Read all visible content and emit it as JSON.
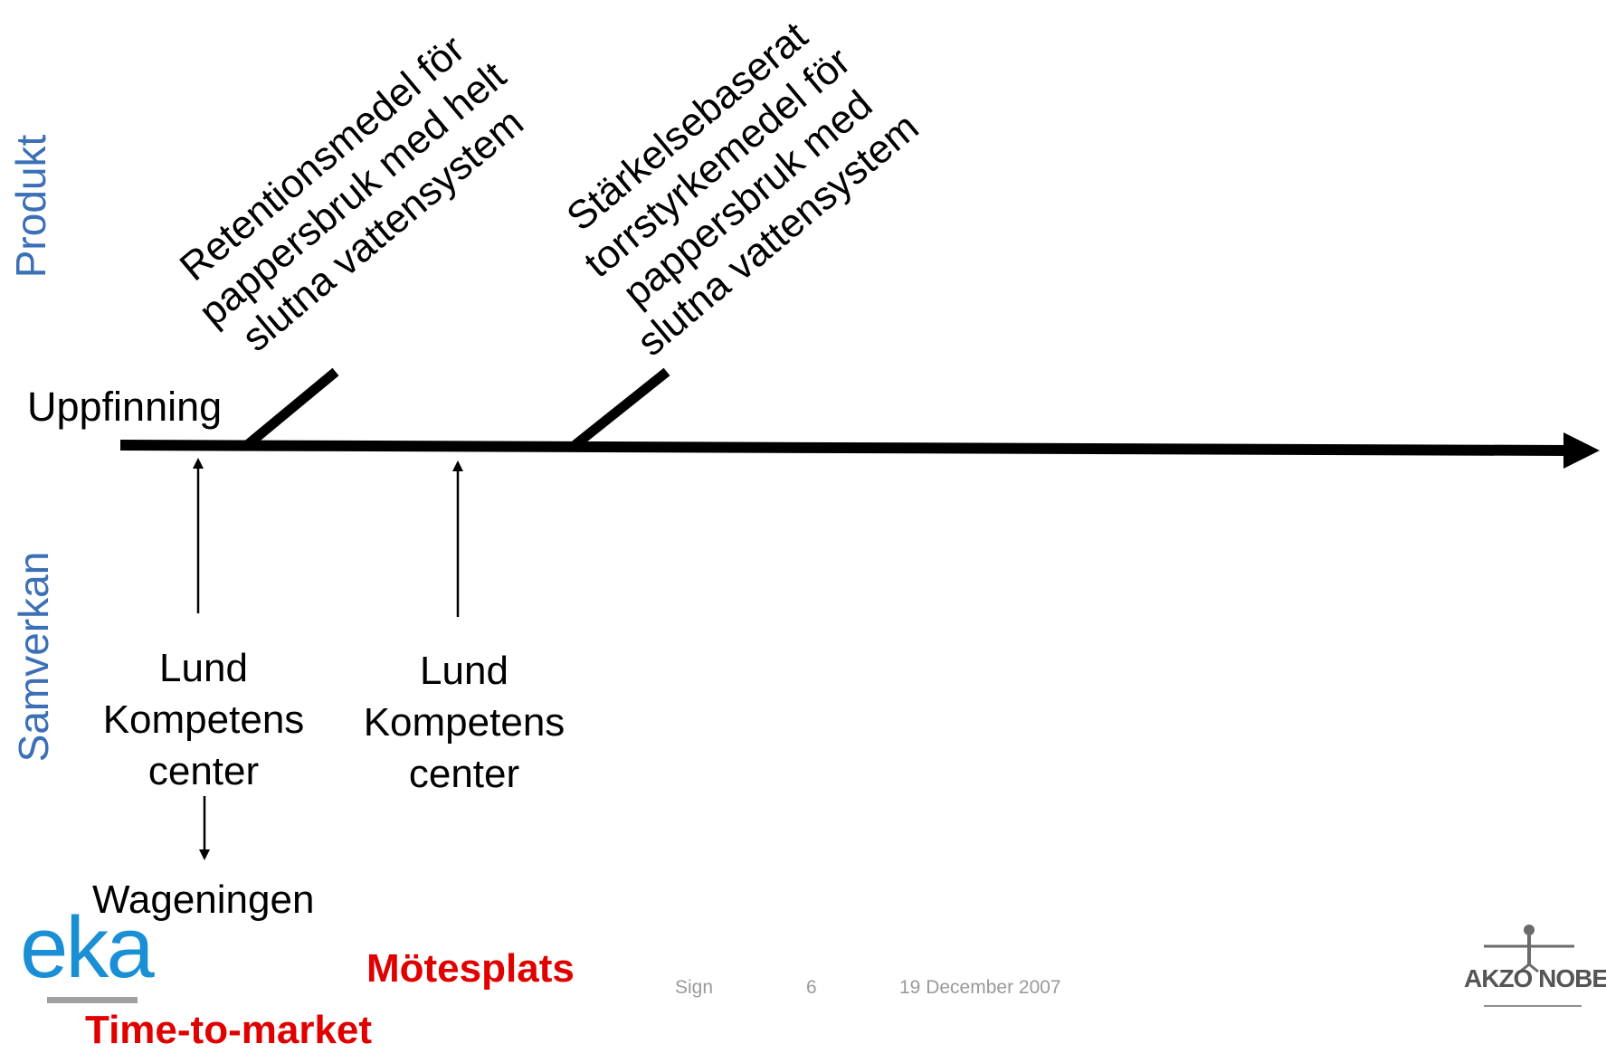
{
  "axis": {
    "produkt": "Produkt",
    "samverkan": "Samverkan",
    "start_label": "Uppfinning"
  },
  "milestones": [
    {
      "lines": [
        "Retentionsmedel för",
        "pappersbruk med helt",
        "slutna vattensystem"
      ]
    },
    {
      "lines": [
        "Stärkelsebaserat",
        "torrstyrkemedel för",
        "pappersbruk med",
        "slutna vattensystem"
      ]
    }
  ],
  "collaborations": [
    {
      "lines": [
        "Lund",
        "Kompetens",
        "center"
      ]
    },
    {
      "lines": [
        "Lund",
        "Kompetens",
        "center"
      ]
    }
  ],
  "wageningen": "Wageningen",
  "logo_eka": "eka",
  "motesplats": "Mötesplats",
  "time_to_market": "Time-to-market",
  "footer": {
    "sign": "Sign",
    "page": "6",
    "date": "19 December 2007"
  },
  "logo_akzo": "AKZO NOBEL",
  "colors": {
    "axis_blue": "#3b6fb6",
    "highlight_red": "#e00000",
    "eka_blue": "#1a8fd6",
    "footer_grey": "#9a9a9a"
  }
}
